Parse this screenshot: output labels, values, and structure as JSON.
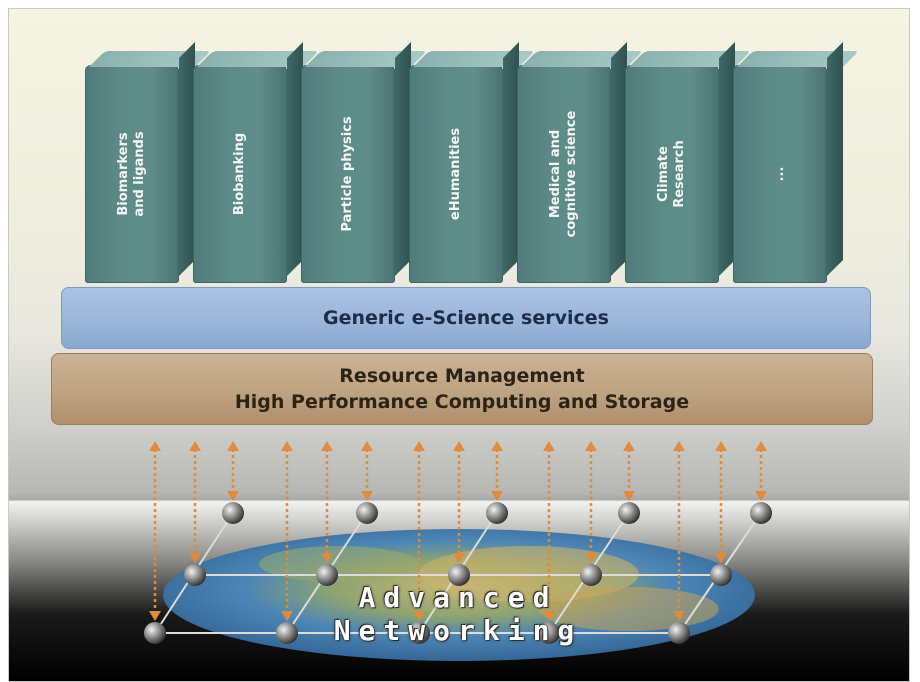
{
  "columns": [
    "Biomarkers\nand ligands",
    "Biobanking",
    "Particle physics",
    "eHumanities",
    "Medical and\ncognitive science",
    "Climate\nResearch",
    "..."
  ],
  "services": "Generic e-Science services",
  "resource": {
    "line1": "Resource Management",
    "line2": "High Performance Computing and Storage"
  },
  "network": "Advanced Networking",
  "colors": {
    "column": "#5d8b88",
    "services": "#9bb6d9",
    "resource": "#bea382",
    "arrows": "#e08a3c",
    "nodes": "#777777"
  }
}
